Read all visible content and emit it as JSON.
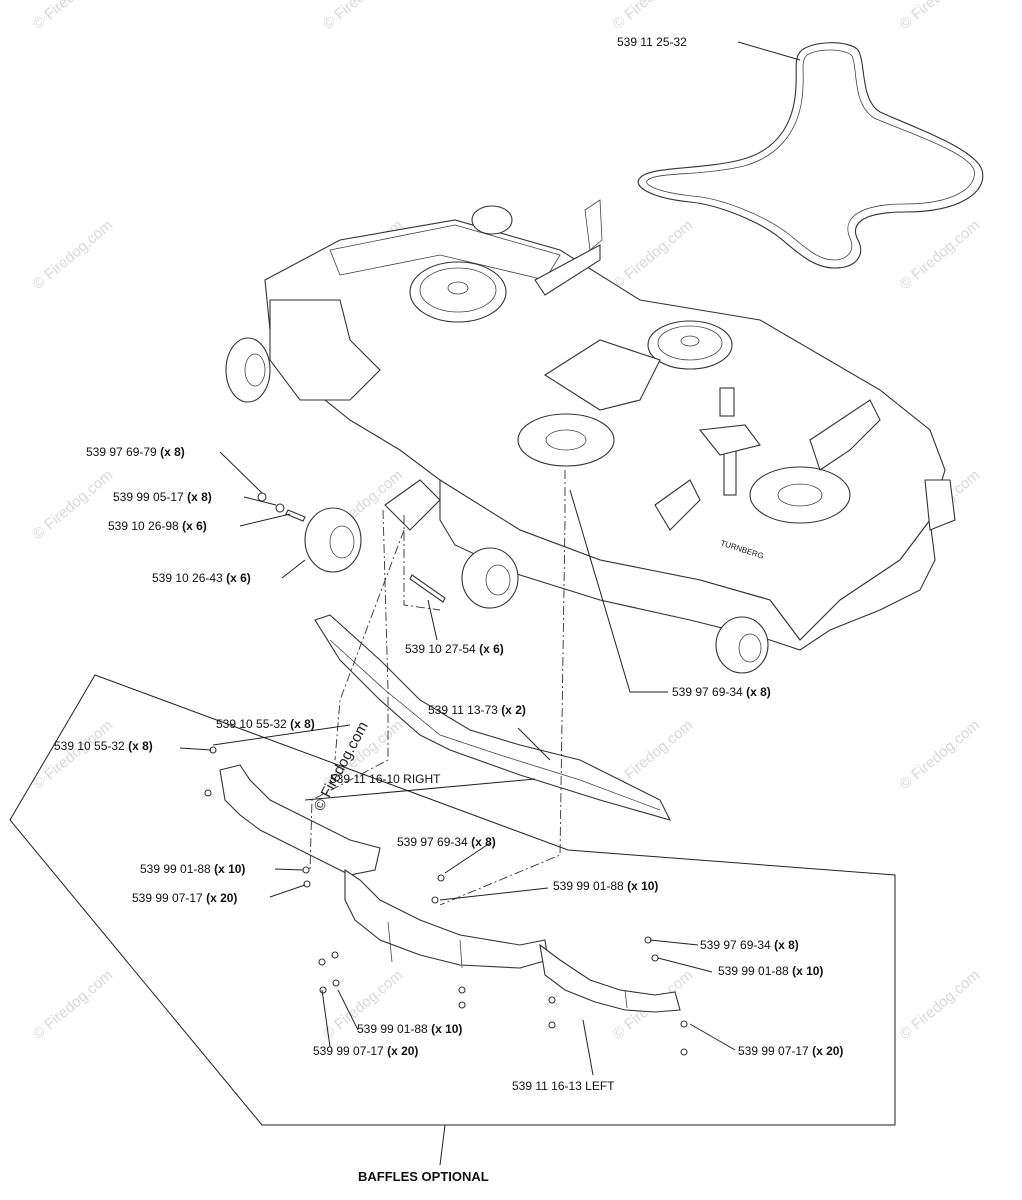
{
  "diagram": {
    "caption": "BAFFLES OPTIONAL",
    "watermark": "© Firedog.com",
    "center_watermark": "© Firedog.com",
    "callouts": [
      {
        "id": "belt",
        "part": "539 11 25-32",
        "qty": ""
      },
      {
        "id": "washer-a",
        "part": "539 97 69-79",
        "qty": "(x 8)"
      },
      {
        "id": "nut-a",
        "part": "539 99 05-17",
        "qty": "(x 8)"
      },
      {
        "id": "bolt-a",
        "part": "539 10 26-98",
        "qty": "(x 6)"
      },
      {
        "id": "wheel",
        "part": "539 10 26-43",
        "qty": "(x 6)"
      },
      {
        "id": "pin",
        "part": "539 10 27-54",
        "qty": "(x 6)"
      },
      {
        "id": "bolt-b",
        "part": "539 97 69-34",
        "qty": "(x 8)"
      },
      {
        "id": "bracket-bolt-left",
        "part": "539 10 55-32",
        "qty": "(x 8)"
      },
      {
        "id": "bracket-bolt",
        "part": "539 10 55-32",
        "qty": "(x 8)"
      },
      {
        "id": "baffle-bracket",
        "part": "539 11 13-73",
        "qty": "(x 2)"
      },
      {
        "id": "baffle-right",
        "part": "539 11 16-10 RIGHT",
        "qty": ""
      },
      {
        "id": "bolt-c",
        "part": "539 97 69-34",
        "qty": "(x 8)"
      },
      {
        "id": "washer-b",
        "part": "539 99 01-88",
        "qty": "(x 10)"
      },
      {
        "id": "nut-b",
        "part": "539 99 07-17",
        "qty": "(x 20)"
      },
      {
        "id": "washer-c",
        "part": "539 99 01-88",
        "qty": "(x 10)"
      },
      {
        "id": "bolt-d",
        "part": "539 97 69-34",
        "qty": "(x 8)"
      },
      {
        "id": "washer-d",
        "part": "539 99 01-88",
        "qty": "(x 10)"
      },
      {
        "id": "washer-e",
        "part": "539 99 01-88",
        "qty": "(x 10)"
      },
      {
        "id": "nut-c",
        "part": "539 99 07-17",
        "qty": "(x 20)"
      },
      {
        "id": "nut-d",
        "part": "539 99 07-17",
        "qty": "(x 20)"
      },
      {
        "id": "baffle-left",
        "part": "539 11 16-13 LEFT",
        "qty": ""
      }
    ]
  }
}
